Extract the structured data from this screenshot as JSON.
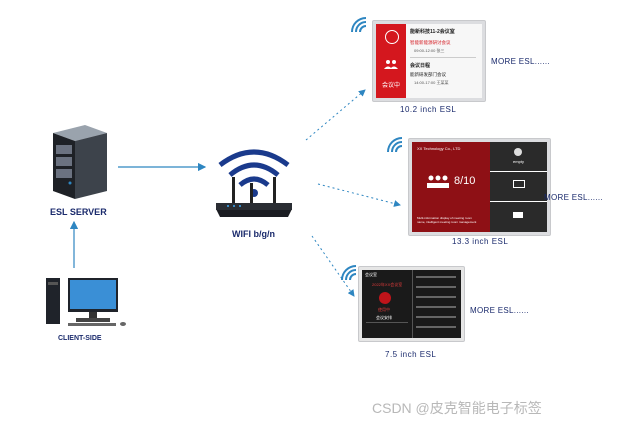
{
  "server": {
    "label": "ESL SERVER"
  },
  "router": {
    "label": "WIFI b/g/n"
  },
  "client": {
    "label": "CLIENT-SIDE"
  },
  "esl_devices": [
    {
      "size_label": "10.2 inch ESL",
      "more": "MORE ESL......",
      "screen": {
        "room_status": "会议中",
        "top_title": "能新科技11-2会议室",
        "item1": "智能新能源研讨会议",
        "time1": "09:00-12:00 张三",
        "section2": "会议日程",
        "item2": "能新研发部门会议",
        "time2": "14:00-17:00 王某某"
      }
    },
    {
      "size_label": "13.3 inch ESL",
      "more": "MORE ESL......",
      "screen": {
        "company": "XX Technology Co., LTD",
        "count": "8/10",
        "slot1": "empty",
        "footer": "Multi-information display of meeting room name, intelligent meeting room management"
      }
    },
    {
      "size_label": "7.5 inch ESL",
      "more": "MORE ESL......",
      "screen": {
        "title": "会议室",
        "room_name": "2022年XX会议室",
        "status": "使用中",
        "list_title": "会议安排"
      }
    }
  ],
  "watermark": "CSDN @皮克智能电子标签",
  "colors": {
    "arrow": "#2e86c1",
    "esl_red": "#d4171e",
    "esl_dark_red": "#8e1015",
    "label_navy": "#1a2a6c"
  }
}
